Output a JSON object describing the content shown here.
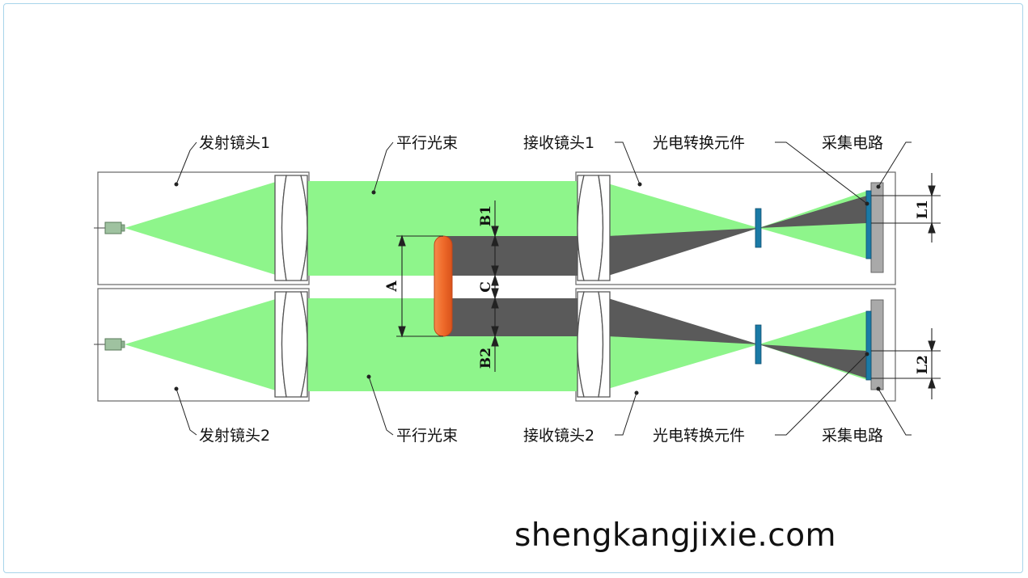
{
  "labels": {
    "emit1": "发射镜头1",
    "beam1": "平行光束",
    "recv1": "接收镜头1",
    "pe1": "光电转换元件",
    "acq1": "采集电路",
    "emit2": "发射镜头2",
    "beam2": "平行光束",
    "recv2": "接收镜头2",
    "pe2": "光电转换元件",
    "acq2": "采集电路"
  },
  "dimensions": {
    "a": "A",
    "b1": "B1",
    "b2": "B2",
    "c": "C",
    "l1": "L1",
    "l2": "L2"
  },
  "watermark": "shengkangjixie.com",
  "colors": {
    "beam": "#8ef58b",
    "shadow": "#5a5a5a",
    "object": "#ef6a2a",
    "sensor": "#1a7aa6",
    "board": "#a9a9a9",
    "frame": "#a8d4ea"
  }
}
